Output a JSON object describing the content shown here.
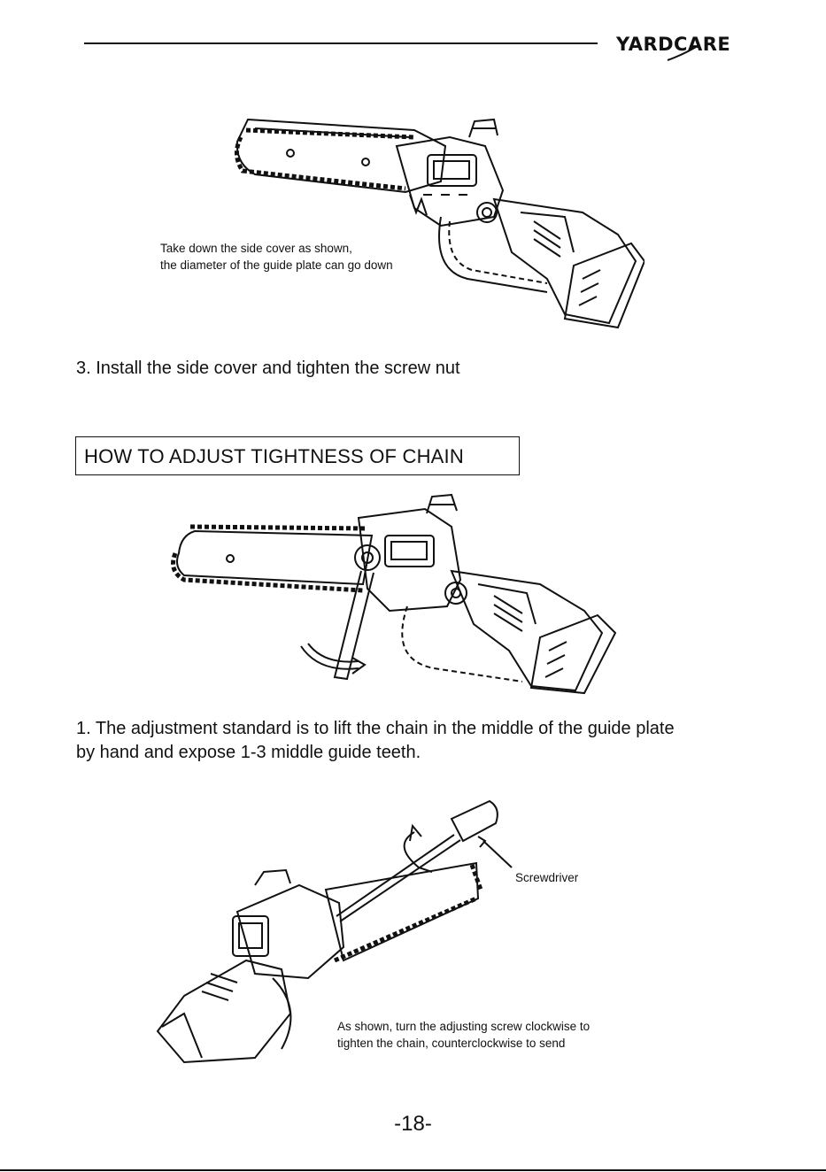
{
  "header": {
    "logo_text": "YARDCARE"
  },
  "figure1": {
    "caption_lines": [
      "Take down the side cover as shown,",
      "the diameter of the guide plate can go down"
    ]
  },
  "step_install": "3. Install the side cover and tighten the screw nut",
  "section_heading": "HOW TO ADJUST TIGHTNESS OF CHAIN",
  "step_adjust": {
    "lines": [
      "1. The adjustment standard is to lift the chain in the middle of the guide plate",
      "by hand and expose 1-3 middle guide teeth."
    ]
  },
  "figure3": {
    "screwdriver_label": "Screwdriver",
    "caption_lines": [
      "As shown, turn the adjusting screw clockwise to",
      "tighten the chain, counterclockwise to send"
    ]
  },
  "page_number": "-18-"
}
